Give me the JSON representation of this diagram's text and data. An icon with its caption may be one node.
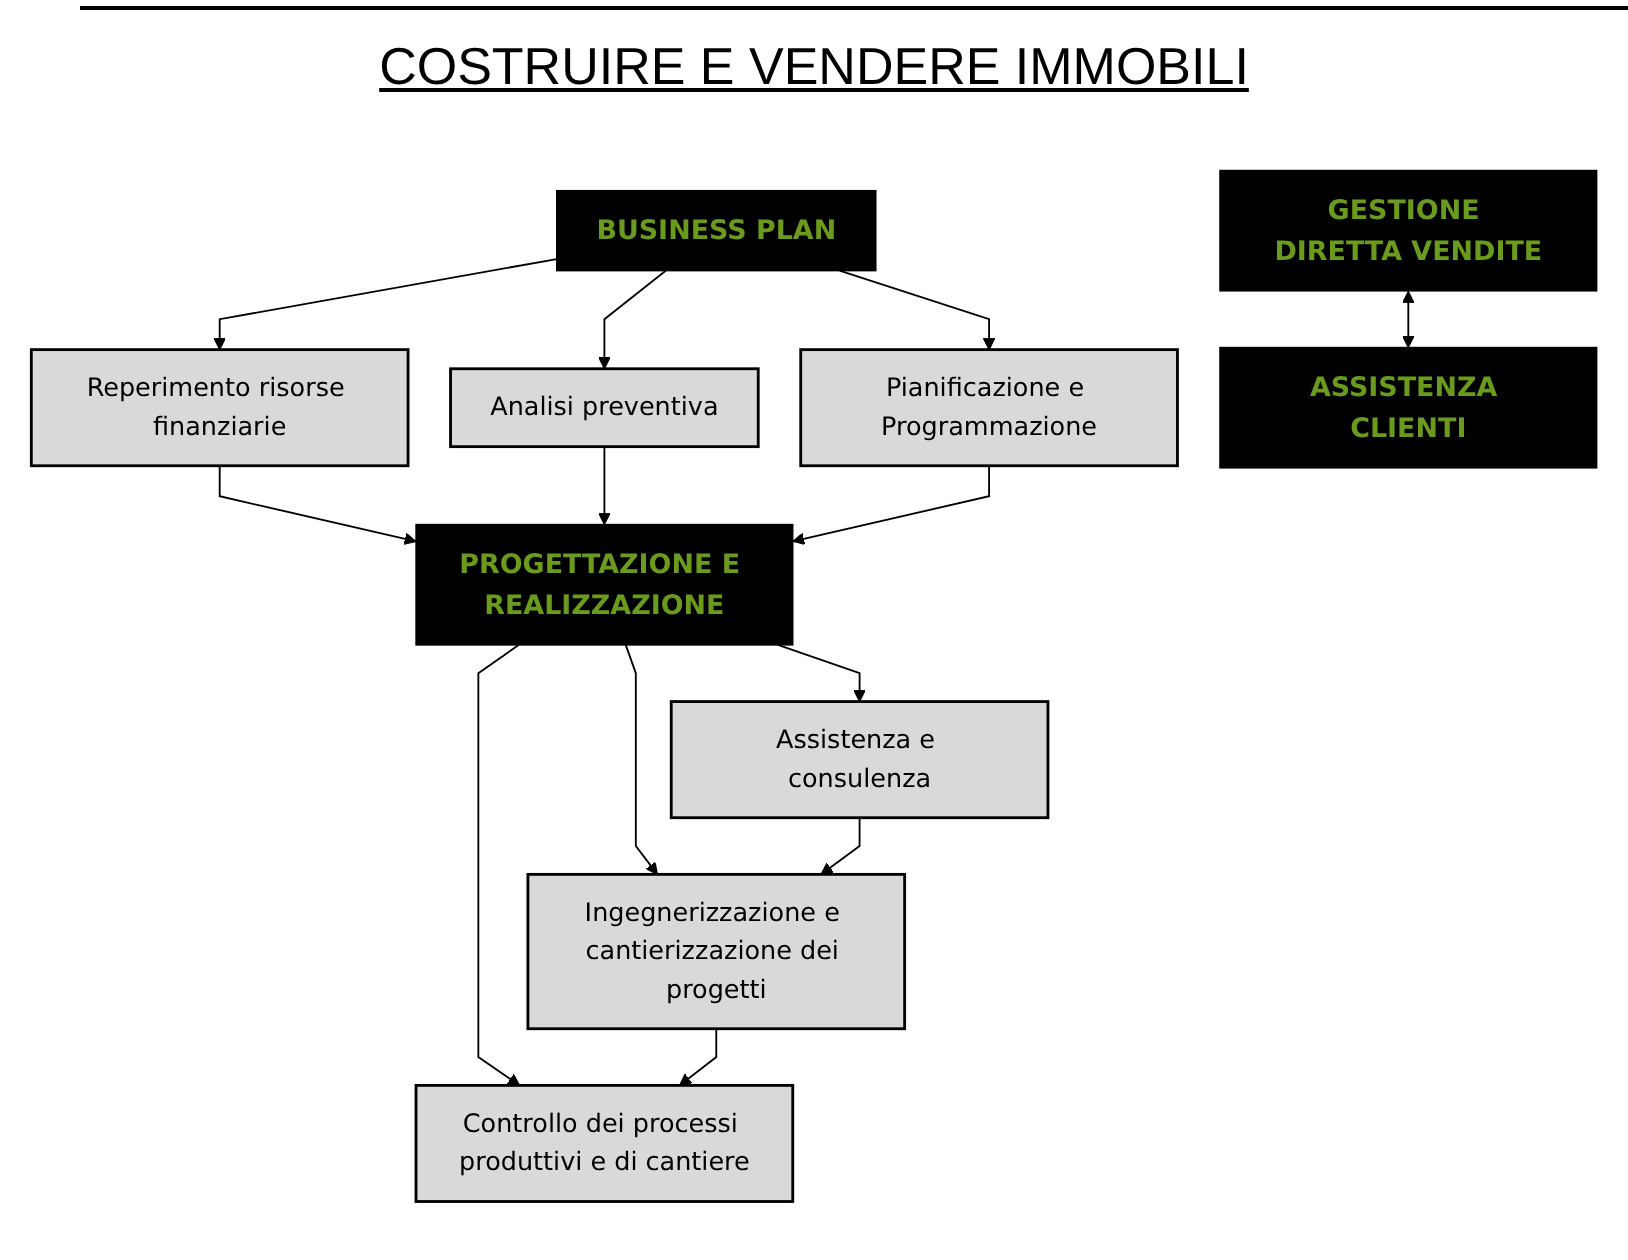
{
  "diagram": {
    "title": "COSTRUIRE E VENDERE IMMOBILI",
    "nodes": [
      {
        "text": [
          "BUSINESS PLAN"
        ]
      },
      {
        "text": [
          "Reperimento risorse finanziarie"
        ]
      },
      {
        "text": [
          "Analisi preventiva"
        ]
      },
      {
        "text": [
          "Pianificazione e Programmazione"
        ]
      },
      {
        "text": [
          "PROGETTAZIONE E REALIZZAZIONE"
        ]
      },
      {
        "text": [
          "Assistenza e consulenza"
        ]
      },
      {
        "text": [
          "Ingegnerizzazione e cantierizzazione dei progetti"
        ]
      },
      {
        "text": [
          "Controllo dei processi produttivi e di cantiere"
        ]
      },
      {
        "text": [
          "GESTIONE DIRETTA VENDITE"
        ]
      },
      {
        "text": [
          "ASSISTENZA CLIENTI"
        ]
      }
    ],
    "edges": [
      {
        "from": 0,
        "to": 1,
        "arrow": "to"
      },
      {
        "from": 0,
        "to": 2,
        "arrow": "to"
      },
      {
        "from": 0,
        "to": 3,
        "arrow": "to"
      },
      {
        "from": 1,
        "to": 4,
        "arrow": "to"
      },
      {
        "from": 2,
        "to": 4,
        "arrow": "to"
      },
      {
        "from": 3,
        "to": 4,
        "arrow": "to"
      },
      {
        "from": 4,
        "to": 5,
        "arrow": "to"
      },
      {
        "from": 4,
        "to": 6,
        "arrow": "to"
      },
      {
        "from": 4,
        "to": 7,
        "arrow": "to"
      },
      {
        "from": 5,
        "to": 6,
        "arrow": "to"
      },
      {
        "from": 6,
        "to": 7,
        "arrow": "to"
      },
      {
        "from": 8,
        "to": 9,
        "arrow": "both"
      }
    ]
  }
}
